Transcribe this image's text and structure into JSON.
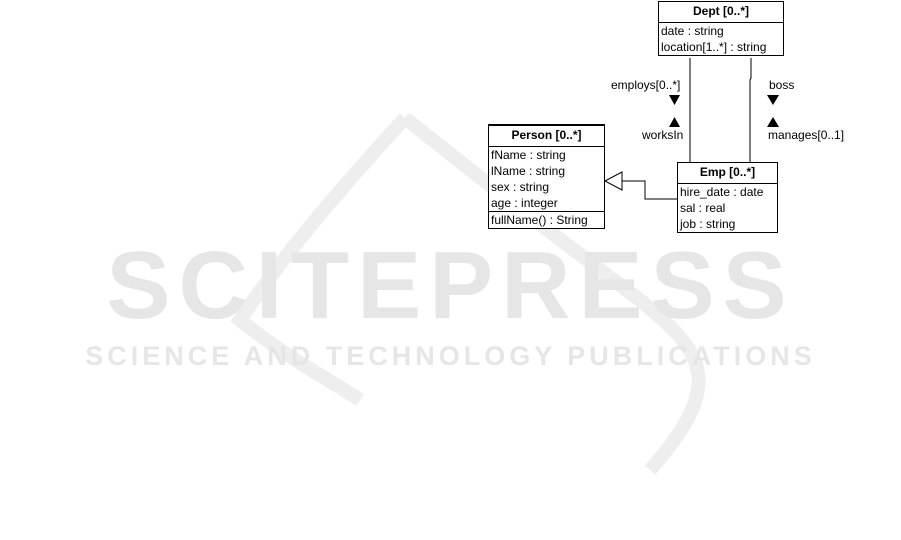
{
  "watermark": {
    "main": "SCITEPRESS",
    "sub": "SCIENCE AND TECHNOLOGY PUBLICATIONS"
  },
  "classes": {
    "dept": {
      "title": "Dept [0..*]",
      "attributes": [
        "date : string",
        "location[1..*] : string"
      ]
    },
    "person": {
      "title": "Person [0..*]",
      "attributes": [
        "fName : string",
        "lName : string",
        "sex : string",
        "age : integer"
      ],
      "operations": [
        "fullName() : String"
      ]
    },
    "emp": {
      "title": "Emp [0..*]",
      "attributes": [
        "hire_date : date",
        "sal : real",
        "job : string"
      ]
    }
  },
  "associations": {
    "employs_label": "employs[0..*]",
    "worksin_label": "worksIn",
    "boss_label": "boss",
    "manages_label": "manages[0..1]"
  },
  "colors": {
    "line": "#000000",
    "watermark": "#e6e6e6"
  }
}
